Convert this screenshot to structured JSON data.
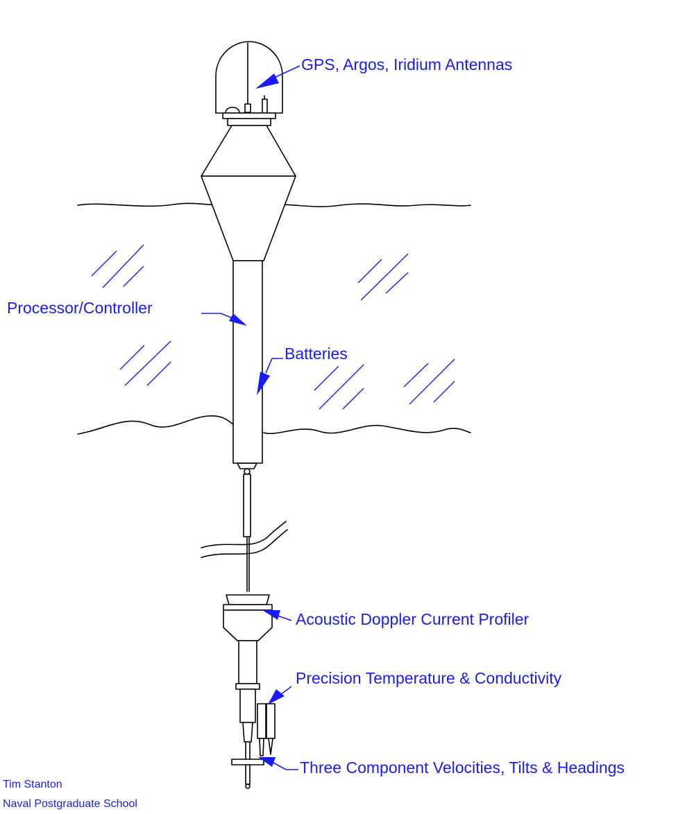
{
  "labels": {
    "antennas": "GPS, Argos, Iridium  Antennas",
    "processor": "Processor/Controller",
    "batteries": "Batteries",
    "adcp": "Acoustic Doppler Current Profiler",
    "temp_cond": "Precision Temperature & Conductivity",
    "velocities": "Three Component Velocities, Tilts & Headings"
  },
  "credit": {
    "author": "Tim Stanton",
    "institution": "Naval Postgraduate School"
  },
  "colors": {
    "annotation": "#1a1aff",
    "linework": "#000000"
  }
}
